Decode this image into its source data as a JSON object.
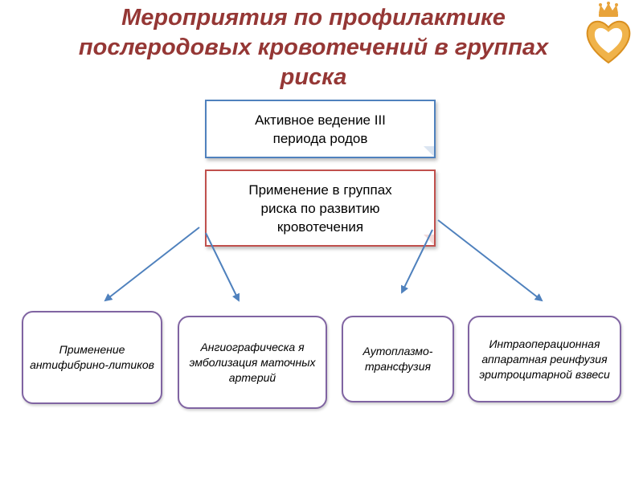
{
  "title": "Мероприятия по профилактике послеродовых кровотечений в группах риска",
  "boxes": {
    "top": "Активное ведение III периода родов",
    "middle": "Применение в группах риска по развитию кровотечения"
  },
  "methods": [
    "Применение антифибрино-литиков",
    "Ангиографическа я эмболизация маточных артерий",
    "Аутоплазмо-трансфузия",
    "Интраоперационная аппаратная реинфузия эритроцитарной взвеси"
  ],
  "colors": {
    "title": "#953735",
    "top_box_border": "#4f81bd",
    "middle_box_border": "#c0504d",
    "method_box_border": "#8064a2",
    "arrows": "#4f81bd",
    "logo": "#e8a33a"
  }
}
